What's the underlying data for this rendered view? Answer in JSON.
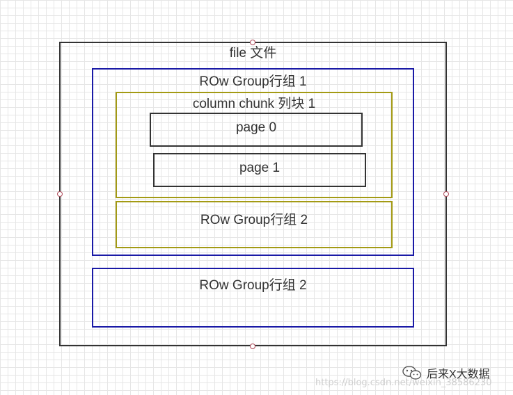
{
  "diagram": {
    "file_label": "file 文件",
    "row_group_1_label": "ROw Group行组 1",
    "column_chunk_label": "column chunk 列块 1",
    "page_0_label": "page 0",
    "page_1_label": "page 1",
    "inner_row_group_2_label": "ROw Group行组 2",
    "outer_row_group_2_label": "ROw Group行组 2"
  },
  "colors": {
    "file_border": "#333333",
    "row_group_border": "#1a1aa6",
    "column_chunk_border": "#a39a14",
    "page_border": "#333333",
    "handle_border": "#b04a5a"
  },
  "footer": {
    "brand_icon": "wechat-icon",
    "brand_name": "后来X大数据",
    "watermark": "https://blog.csdn.net/weixin_38586230"
  }
}
